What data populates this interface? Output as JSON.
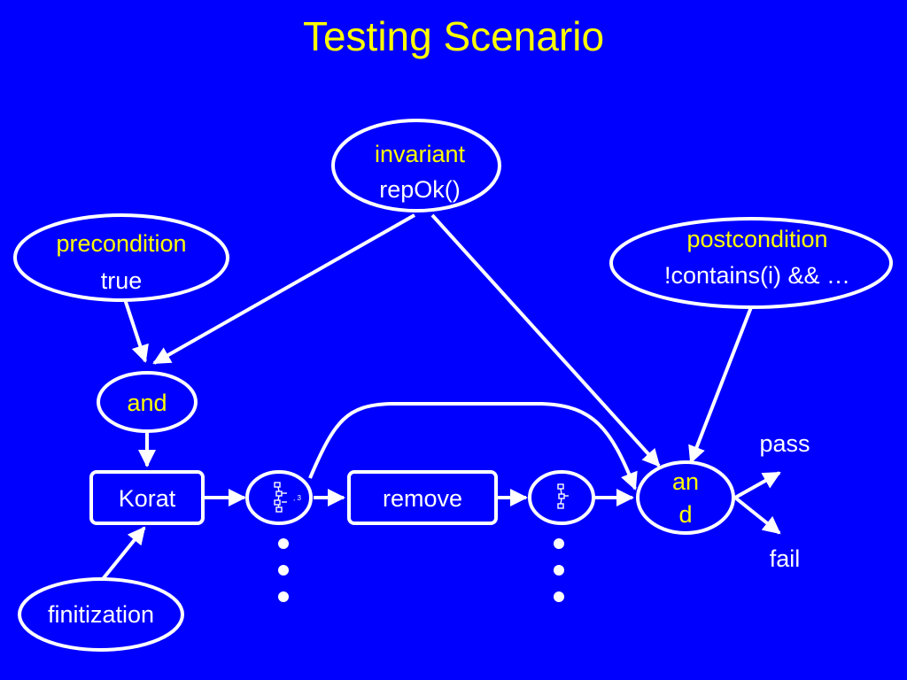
{
  "title": "Testing Scenario",
  "nodes": {
    "invariant": {
      "line1": "invariant",
      "line2": "repOk()"
    },
    "precondition": {
      "line1": "precondition",
      "line2": "true"
    },
    "postcondition": {
      "line1": "postcondition",
      "line2": "!contains(i) && …"
    },
    "and_left": {
      "label": "and"
    },
    "korat": {
      "label": "Korat"
    },
    "remove": {
      "label": "remove"
    },
    "and_right": {
      "line1": "an",
      "line2": "d"
    },
    "finitization": {
      "label": "finitization"
    },
    "pass": {
      "label": "pass"
    },
    "fail": {
      "label": "fail"
    },
    "input_structure": {
      "annotation": ", 3"
    }
  },
  "colors": {
    "background": "#0000ff",
    "title": "#ffff00",
    "keyword": "#ffff00",
    "text": "#ffffff",
    "stroke": "#ffffff"
  }
}
